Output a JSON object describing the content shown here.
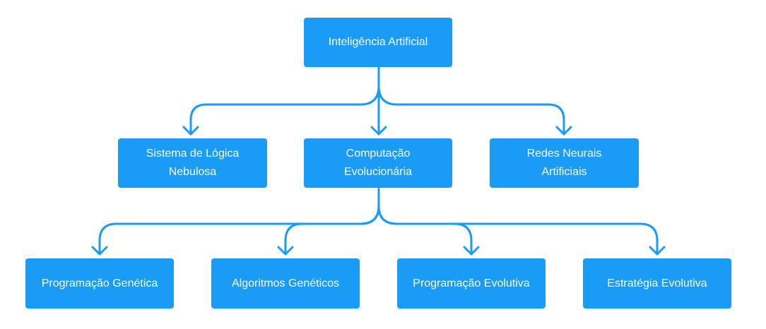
{
  "colors": {
    "node_fill": "#1a9bf6",
    "connector": "#1a9bf6",
    "text": "#ffffff"
  },
  "nodes": {
    "root": {
      "label": "Inteligência Artificial"
    },
    "fuzzy": {
      "line1": "Sistema de Lógica",
      "line2": "Nebulosa"
    },
    "evo": {
      "line1": "Computação",
      "line2": "Evolucionária"
    },
    "neural": {
      "line1": "Redes Neurais",
      "line2": "Artificiais"
    },
    "gp": {
      "label": "Programação Genética"
    },
    "ga": {
      "label": "Algoritmos Genéticos"
    },
    "ep": {
      "label": "Programação Evolutiva"
    },
    "es": {
      "label": "Estratégia Evolutiva"
    }
  }
}
